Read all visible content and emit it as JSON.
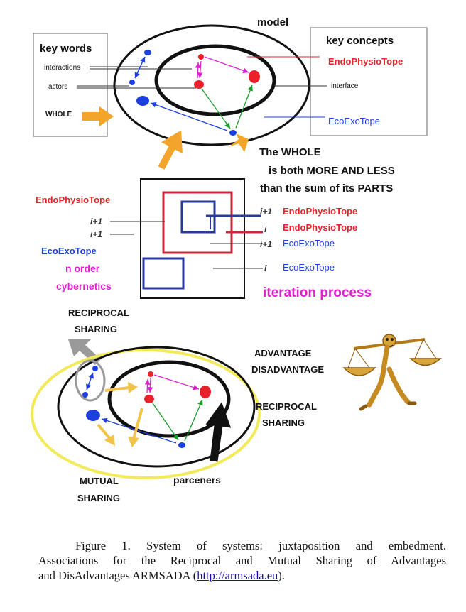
{
  "top": {
    "model_label": "model",
    "key_words_title": "key words",
    "key_words": [
      "interactions",
      "actors",
      "WHOLE"
    ],
    "key_concepts_title": "key concepts",
    "concept_endo": "EndoPhysioTope",
    "concept_interface": "interface",
    "concept_eco": "EcoExoTope",
    "whole_statement": [
      "The WHOLE",
      "is both MORE AND LESS",
      "than the sum of its PARTS"
    ]
  },
  "middle": {
    "left_endo": "EndoPhysioTope",
    "left_i1a": "i+1",
    "left_i1b": "i+1",
    "left_eco": "EcoExoTope",
    "n_order": [
      "n order",
      "cybernetics"
    ],
    "right_items": [
      {
        "index": "i+1",
        "label": "EndoPhysioTope"
      },
      {
        "index": "i",
        "label": "EndoPhysioTope"
      },
      {
        "index": "i+1",
        "label": "EcoExoTope"
      },
      {
        "index": "i",
        "label": "EcoExoTope"
      }
    ],
    "iteration": "iteration process"
  },
  "bottom": {
    "reciprocal_sharing_top": [
      "RECIPROCAL",
      "SHARING"
    ],
    "advantage": "ADVANTAGE",
    "disadvantage": "DISADVANTAGE",
    "reciprocal_sharing_right": [
      "RECIPROCAL",
      "SHARING"
    ],
    "mutual_sharing": [
      "MUTUAL",
      "SHARING"
    ],
    "parceners": "parceners"
  },
  "caption": {
    "line1": "Figure 1. System of systems: juxtaposition and embedment.",
    "line2": "Associations for the Reciprocal and Mutual Sharing of Advantages",
    "line3_text": "and DisAdvantages ARMSADA (",
    "link": "http://armsada.eu",
    "line3_end": ")."
  },
  "colors": {
    "red": "#e8212b",
    "blue": "#1d3fe0",
    "magenta": "#e020d0",
    "green": "#1a9a2a",
    "orange": "#f2a52a",
    "yellow": "#f2ea5a",
    "grey": "#9a9a9a"
  }
}
